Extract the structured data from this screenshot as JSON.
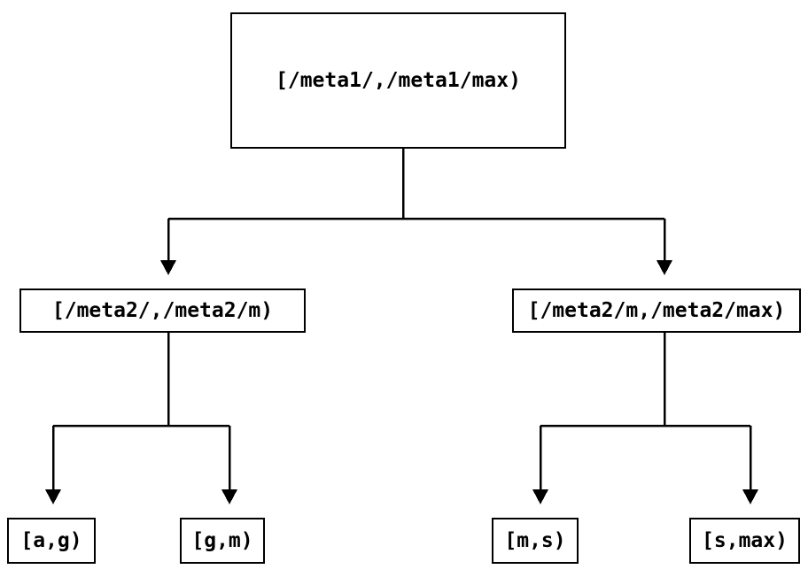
{
  "diagram": {
    "type": "tree",
    "background_color": "#ffffff",
    "line_color": "#000000",
    "box_border_color": "#000000",
    "text_color": "#000000",
    "nodes": {
      "root": {
        "label": "[/meta1/,/meta1/max)"
      },
      "left": {
        "label": "[/meta2/,/meta2/m)"
      },
      "right": {
        "label": "[/meta2/m,/meta2/max)"
      },
      "leaf_ag": {
        "label": "[a,g)"
      },
      "leaf_gm": {
        "label": "[g,m)"
      },
      "leaf_ms": {
        "label": "[m,s)"
      },
      "leaf_smax": {
        "label": "[s,max)"
      }
    },
    "edges": [
      {
        "from": "root",
        "to": "left"
      },
      {
        "from": "root",
        "to": "right"
      },
      {
        "from": "left",
        "to": "leaf_ag"
      },
      {
        "from": "left",
        "to": "leaf_gm"
      },
      {
        "from": "right",
        "to": "leaf_ms"
      },
      {
        "from": "right",
        "to": "leaf_smax"
      }
    ]
  }
}
